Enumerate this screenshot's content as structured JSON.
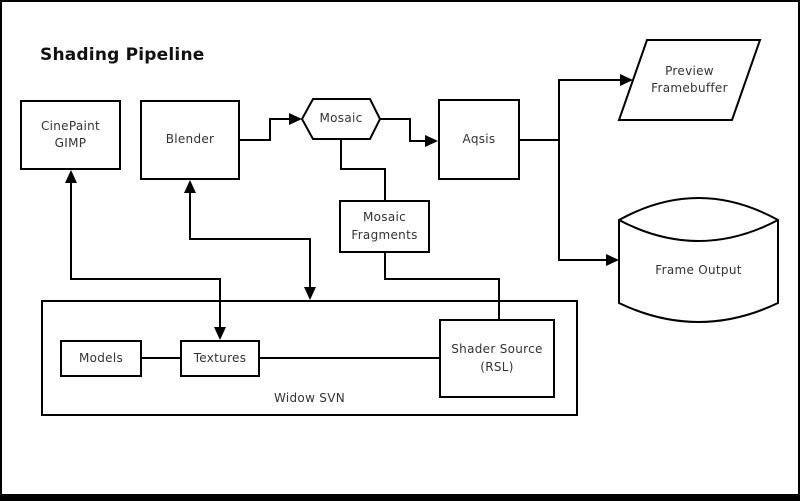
{
  "title": "Shading Pipeline",
  "colors": {
    "line": "#000000",
    "text": "#333333",
    "background": "#ffffff",
    "border": "#000000"
  },
  "nodes": {
    "cinepaint": {
      "label": "CinePaint\nGIMP",
      "shape": "rectangle"
    },
    "blender": {
      "label": "Blender",
      "shape": "rectangle"
    },
    "mosaic": {
      "label": "Mosaic",
      "shape": "hexagon"
    },
    "aqsis": {
      "label": "Aqsis",
      "shape": "rectangle"
    },
    "preview_framebuffer": {
      "label": "Preview\nFramebuffer",
      "shape": "parallelogram"
    },
    "frame_output": {
      "label": "Frame Output",
      "shape": "cylinder"
    },
    "mosaic_fragments": {
      "label": "Mosaic\nFragments",
      "shape": "rectangle"
    },
    "models": {
      "label": "Models",
      "shape": "rectangle"
    },
    "textures": {
      "label": "Textures",
      "shape": "rectangle"
    },
    "shader_source": {
      "label": "Shader Source\n(RSL)",
      "shape": "rectangle"
    },
    "widow_svn": {
      "label": "Widow SVN",
      "shape": "container"
    }
  },
  "edges": [
    {
      "from": "Blender",
      "to": "Mosaic",
      "arrow": "to"
    },
    {
      "from": "Mosaic",
      "to": "Aqsis",
      "arrow": "to"
    },
    {
      "from": "Aqsis",
      "to": "Preview Framebuffer",
      "arrow": "to"
    },
    {
      "from": "Aqsis",
      "to": "Frame Output",
      "arrow": "to"
    },
    {
      "from": "Mosaic",
      "to": "Mosaic Fragments",
      "arrow": "none"
    },
    {
      "from": "Mosaic Fragments",
      "to": "Shader Source (RSL)",
      "arrow": "none"
    },
    {
      "from": "Textures",
      "to": "CinePaint GIMP",
      "arrow": "both"
    },
    {
      "from": "Widow SVN",
      "to": "Blender",
      "arrow": "both"
    },
    {
      "from": "Models",
      "to": "Textures",
      "arrow": "none"
    },
    {
      "from": "Textures",
      "to": "Shader Source (RSL)",
      "arrow": "none"
    }
  ]
}
